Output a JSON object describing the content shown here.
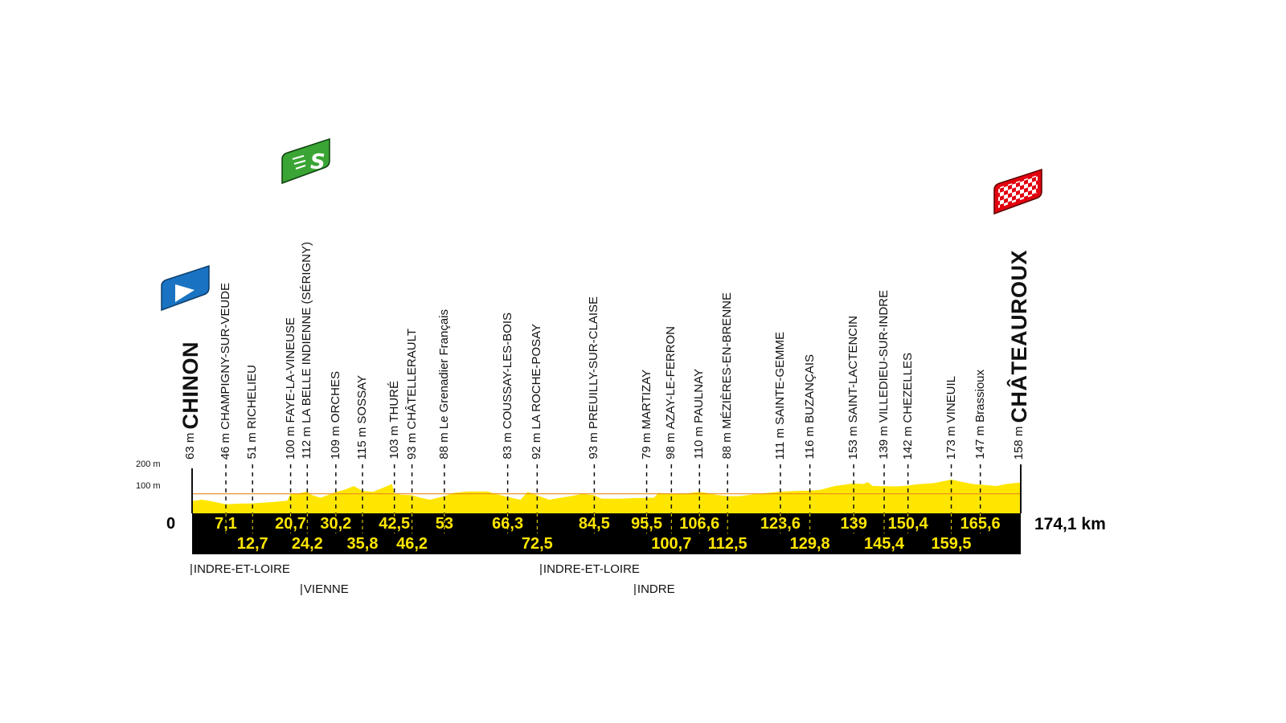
{
  "chart_data": {
    "type": "area",
    "y_axis_labels": [
      "200 m",
      "100 m"
    ],
    "x_start_label": "0",
    "total_distance_label": "174,1 km",
    "total_distance_km": 174.1,
    "colors": {
      "profile": "#ffe600",
      "reference_line": "#e8891a",
      "band": "#000000",
      "km_text": "#ffe600",
      "start_flag": "#1a73c2",
      "sprint_flag": "#3aa535",
      "finish_flag": "#e3000f"
    },
    "waypoints": [
      {
        "km": 0,
        "km_label": "",
        "elev_label": "63 m",
        "elev": 63,
        "name": "CHINON",
        "type": "start"
      },
      {
        "km": 7.1,
        "km_label": "7,1",
        "row": 1,
        "elev_label": "46 m",
        "elev": 46,
        "name": "CHAMPIGNY-SUR-VEUDE"
      },
      {
        "km": 12.7,
        "km_label": "12,7",
        "row": 2,
        "elev_label": "51 m",
        "elev": 51,
        "name": "RICHELIEU"
      },
      {
        "km": 20.7,
        "km_label": "20,7",
        "row": 1,
        "elev_label": "100 m",
        "elev": 100,
        "name": "FAYE-LA-VINEUSE"
      },
      {
        "km": 24.2,
        "km_label": "24,2",
        "row": 2,
        "elev_label": "112 m",
        "elev": 112,
        "name": "LA BELLE INDIENNE (SÉRIGNY)",
        "type": "sprint"
      },
      {
        "km": 30.2,
        "km_label": "30,2",
        "row": 1,
        "elev_label": "109 m",
        "elev": 109,
        "name": "ORCHES"
      },
      {
        "km": 35.8,
        "km_label": "35,8",
        "row": 2,
        "elev_label": "115 m",
        "elev": 115,
        "name": "SOSSAY"
      },
      {
        "km": 42.5,
        "km_label": "42,5",
        "row": 1,
        "elev_label": "103 m",
        "elev": 103,
        "name": "THURÉ"
      },
      {
        "km": 46.2,
        "km_label": "46,2",
        "row": 2,
        "elev_label": "93 m",
        "elev": 93,
        "name": "CHÂTELLERAULT"
      },
      {
        "km": 53,
        "km_label": "53",
        "row": 1,
        "elev_label": "88 m",
        "elev": 88,
        "name": "Le Grenadier Français"
      },
      {
        "km": 66.3,
        "km_label": "66,3",
        "row": 1,
        "elev_label": "83 m",
        "elev": 83,
        "name": "COUSSAY-LES-BOIS"
      },
      {
        "km": 72.5,
        "km_label": "72,5",
        "row": 2,
        "elev_label": "92 m",
        "elev": 92,
        "name": "LA ROCHE-POSAY"
      },
      {
        "km": 84.5,
        "km_label": "84,5",
        "row": 1,
        "elev_label": "93 m",
        "elev": 93,
        "name": "PREUILLY-SUR-CLAISE"
      },
      {
        "km": 95.5,
        "km_label": "95,5",
        "row": 1,
        "elev_label": "79 m",
        "elev": 79,
        "name": "MARTIZAY"
      },
      {
        "km": 100.7,
        "km_label": "100,7",
        "row": 2,
        "elev_label": "98 m",
        "elev": 98,
        "name": "AZAY-LE-FERRON"
      },
      {
        "km": 106.6,
        "km_label": "106,6",
        "row": 1,
        "elev_label": "110 m",
        "elev": 110,
        "name": "PAULNAY"
      },
      {
        "km": 112.5,
        "km_label": "112,5",
        "row": 2,
        "elev_label": "88 m",
        "elev": 88,
        "name": "MÉZIÈRES-EN-BRENNE"
      },
      {
        "km": 123.6,
        "km_label": "123,6",
        "row": 1,
        "elev_label": "111 m",
        "elev": 111,
        "name": "SAINTE-GEMME"
      },
      {
        "km": 129.8,
        "km_label": "129,8",
        "row": 2,
        "elev_label": "116 m",
        "elev": 116,
        "name": "BUZANÇAIS"
      },
      {
        "km": 139,
        "km_label": "139",
        "row": 1,
        "elev_label": "153 m",
        "elev": 153,
        "name": "SAINT-LACTENCIN"
      },
      {
        "km": 145.4,
        "km_label": "145,4",
        "row": 2,
        "elev_label": "139 m",
        "elev": 139,
        "name": "VILLEDIEU-SUR-INDRE"
      },
      {
        "km": 150.4,
        "km_label": "150,4",
        "row": 1,
        "elev_label": "142 m",
        "elev": 142,
        "name": "CHEZELLES"
      },
      {
        "km": 159.5,
        "km_label": "159,5",
        "row": 2,
        "elev_label": "173 m",
        "elev": 173,
        "name": "VINEUIL"
      },
      {
        "km": 165.6,
        "km_label": "165,6",
        "row": 1,
        "elev_label": "147 m",
        "elev": 147,
        "name": "Brassioux"
      },
      {
        "km": 174.1,
        "km_label": "",
        "elev_label": "158 m",
        "elev": 158,
        "name": "CHÂTEAUROUX",
        "type": "finish"
      }
    ],
    "profile": [
      [
        0,
        63
      ],
      [
        2,
        70
      ],
      [
        4,
        62
      ],
      [
        7.1,
        46
      ],
      [
        10,
        50
      ],
      [
        12.7,
        51
      ],
      [
        17,
        58
      ],
      [
        20,
        65
      ],
      [
        20.7,
        100
      ],
      [
        22,
        100
      ],
      [
        24.2,
        112
      ],
      [
        25,
        95
      ],
      [
        27,
        80
      ],
      [
        30.2,
        109
      ],
      [
        32,
        120
      ],
      [
        34,
        140
      ],
      [
        35.8,
        115
      ],
      [
        38,
        110
      ],
      [
        41,
        140
      ],
      [
        42,
        150
      ],
      [
        42.5,
        103
      ],
      [
        44,
        95
      ],
      [
        46.2,
        93
      ],
      [
        48,
        80
      ],
      [
        50,
        70
      ],
      [
        53,
        88
      ],
      [
        55,
        105
      ],
      [
        58,
        112
      ],
      [
        62,
        112
      ],
      [
        66.3,
        83
      ],
      [
        69,
        70
      ],
      [
        70.5,
        110
      ],
      [
        72.5,
        92
      ],
      [
        75,
        70
      ],
      [
        80,
        90
      ],
      [
        82,
        100
      ],
      [
        84.5,
        93
      ],
      [
        86,
        75
      ],
      [
        90,
        75
      ],
      [
        93,
        78
      ],
      [
        95.5,
        79
      ],
      [
        97,
        80
      ],
      [
        98,
        105
      ],
      [
        100.7,
        98
      ],
      [
        103,
        100
      ],
      [
        106.6,
        110
      ],
      [
        108,
        105
      ],
      [
        110,
        95
      ],
      [
        112.5,
        88
      ],
      [
        115,
        88
      ],
      [
        118,
        98
      ],
      [
        123.6,
        111
      ],
      [
        127,
        115
      ],
      [
        129.8,
        116
      ],
      [
        132,
        120
      ],
      [
        135,
        140
      ],
      [
        139,
        153
      ],
      [
        141,
        150
      ],
      [
        142,
        160
      ],
      [
        143,
        140
      ],
      [
        145.4,
        139
      ],
      [
        148,
        138
      ],
      [
        150.4,
        142
      ],
      [
        152,
        148
      ],
      [
        156,
        155
      ],
      [
        159.5,
        173
      ],
      [
        162,
        160
      ],
      [
        164,
        150
      ],
      [
        165.6,
        147
      ],
      [
        169,
        140
      ],
      [
        171,
        150
      ],
      [
        174.1,
        158
      ]
    ],
    "departments": [
      "INDRE-ET-LOIRE",
      "VIENNE",
      "INDRE-ET-LOIRE",
      "INDRE"
    ]
  }
}
